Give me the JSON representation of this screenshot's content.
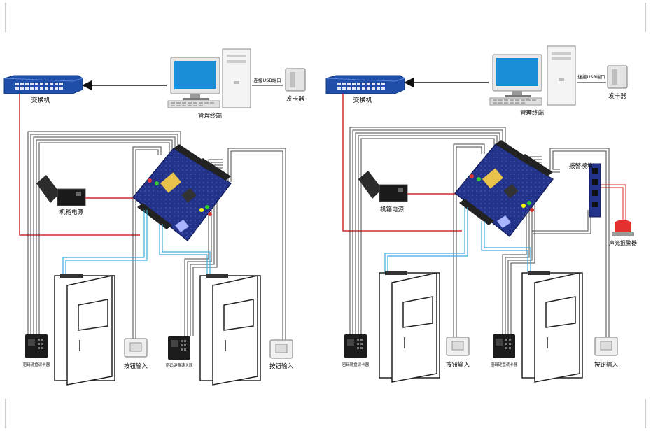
{
  "diagram": {
    "left": {
      "switch_label": "交换机",
      "terminal_label": "管理终端",
      "usb_label": "连接USB端口",
      "card_issuer_label": "发卡器",
      "power_label": "机箱电源",
      "reader_label_1": "密码键盘读卡器",
      "reader_label_2": "密码键盘读卡器",
      "button_label_1": "按钮输入",
      "button_label_2": "按钮输入"
    },
    "right": {
      "switch_label": "交换机",
      "terminal_label": "管理终端",
      "usb_label": "连接USB端口",
      "card_issuer_label": "发卡器",
      "power_label": "机箱电源",
      "alarm_module_label": "报警模块",
      "siren_label": "声光报警器",
      "reader_label_1": "密码键盘读卡器",
      "reader_label_2": "密码键盘读卡器",
      "button_label_1": "按钮输入",
      "button_label_2": "按钮输入"
    }
  },
  "colors": {
    "switch": "#1f4fa8",
    "board": "#24338a",
    "network_wire": "#d42a2a",
    "signal_wire": "#5a5a5a",
    "door_wire": "#3fa9e0",
    "monitor_screen": "#1a8fd6"
  }
}
